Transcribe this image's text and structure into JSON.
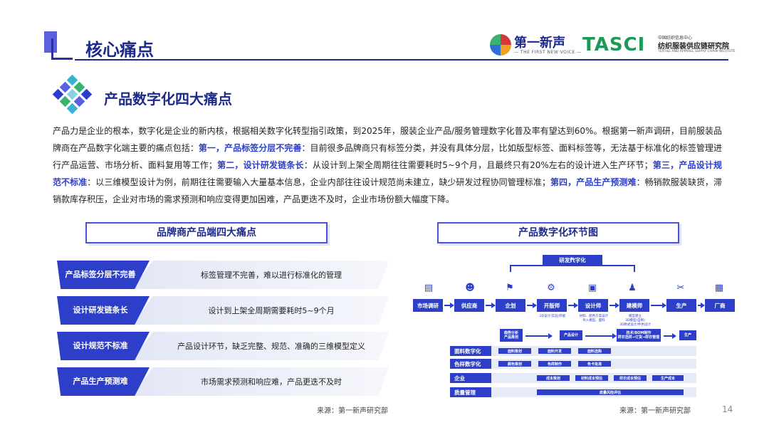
{
  "header": {
    "title": "核心痛点",
    "logo1_name": "第一新声",
    "logo1_sub": "— THE FIRST NEW VOICE —",
    "logo2_tasci": "TASCI",
    "logo2_small": "中国纺织信息中心",
    "logo2_name": "纺织服装供应链研究院",
    "logo2_en": "TEXTILE AND APPAREL SUPPLY CHAIN INSTITUTE"
  },
  "section": {
    "title": "产品数字化四大痛点"
  },
  "paragraph": {
    "p1": "产品力是企业的根本，数字化是企业的新内核，根据相关数字化转型指引政策，到2025年，服装企业产品/服务管理数字化普及率有望达到60%。根据第一新声调研，目前服装品牌商在产品数字化端主要的痛点包括：",
    "h1": "第一，产品标签分层不完善",
    "p2": "：目前很多品牌商只有标签分类，并没有具体分层，比如版型标签、面料标签等，无法基于标准化的标签管理进行产品运营、市场分析、面料复用等工作；",
    "h2": "第二，设计研发链条长",
    "p3": "：从设计到上架全周期往往需要耗时5~9个月，且最终只有20%左右的设计进入生产环节；",
    "h3": "第三，产品设计规范不标准",
    "p4": "：以三维模型设计为例，前期往往需要输入大量基本信息，企业内部往往设计规范尚未建立，缺少研发过程协同管理标准；",
    "h4": "第四，产品生产预测难",
    "p5": "：畅销款服装缺货，滞销款库存积压，企业对市场的需求预测和响应变得更加困难，产品更迭不及时，企业市场份额大幅度下降。"
  },
  "left": {
    "title": "品牌商产品端四大痛点",
    "rows": [
      {
        "label": "产品标签分层不完善",
        "desc": "标签管理不完善，难以进行标准化的管理"
      },
      {
        "label": "设计研发链条长",
        "desc": "设计到上架全周期需要耗时5~9个月"
      },
      {
        "label": "设计规范不标准",
        "desc": "产品设计环节，缺乏完整、规范、准确的三维模型定义"
      },
      {
        "label": "产品生产预测难",
        "desc": "市场需求预测和响应难，产品更迭不及时"
      }
    ],
    "source": "来源：第一新声研究部"
  },
  "right": {
    "title": "产品数字化环节图",
    "top_label": "研发数字化",
    "flow": [
      "市场调研",
      "供应商",
      "企划",
      "开版师",
      "设计师",
      "建模师",
      "生产",
      "厂商"
    ],
    "notes": {
      "kaiban": "2D设计/实验/开版",
      "sheji": "材料、配色方案设计\n导入模型、面料",
      "jianmo": "模型建立\n3D模型(自制)\n3D款式设计/件色设计"
    },
    "row2": {
      "trend": "趋势分析\n产品策划",
      "design": "产品设计",
      "tech": "技术/BOM制作\n样衣选样→订货→样衣管理",
      "prod": "生产"
    },
    "lanes": [
      {
        "name": "面料数字化",
        "chips": [
          "面料策划",
          "面料开发",
          "面料选购"
        ]
      },
      {
        "name": "色样数字化",
        "chips": [
          "颜色策划",
          "色样制作",
          "色卡批准"
        ]
      },
      {
        "name": "企业",
        "chips": [
          "成本策划",
          "材料成本预估",
          "样衣成本预估",
          "生产成本"
        ]
      },
      {
        "name": "质量管理",
        "chips": [
          "质量风险评估"
        ]
      }
    ],
    "source": "来源：第一新声研究部",
    "page_number": "14"
  },
  "colors": {
    "primary": "#2d3fc8",
    "title": "#1e2a8a",
    "accent_green": "#1c9a55"
  }
}
